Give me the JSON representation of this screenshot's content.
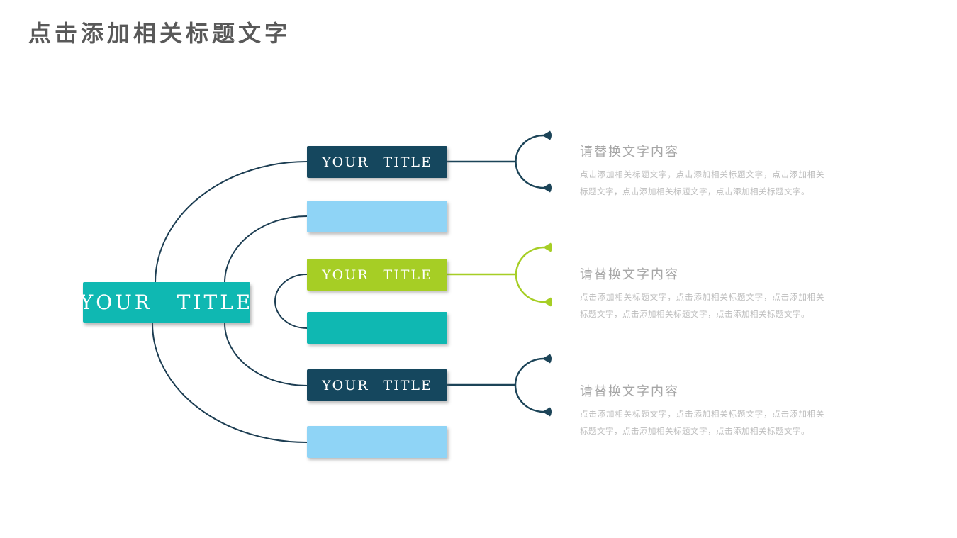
{
  "slide": {
    "title": "点击添加相关标题文字"
  },
  "colors": {
    "navy": "#15475e",
    "teal": "#0fb8b2",
    "light_blue": "#8fd4f6",
    "green": "#a6ce25",
    "wire_navy": "#1c3d52",
    "title_text": "#595959",
    "heading_gray": "#a6a6a6",
    "body_gray": "#bdbdbd"
  },
  "diagram": {
    "root": {
      "label": "YOUR TITLE",
      "color": "#0fb8b2"
    },
    "nodes": [
      {
        "label": "YOUR TITLE",
        "color": "#15475e"
      },
      {
        "label": "",
        "color": "#8fd4f6"
      },
      {
        "label": "YOUR TITLE",
        "color": "#a6ce25"
      },
      {
        "label": "",
        "color": "#0fb8b2"
      },
      {
        "label": "YOUR TITLE",
        "color": "#15475e"
      },
      {
        "label": "",
        "color": "#8fd4f6"
      }
    ],
    "annotations": [
      {
        "heading": "请替换文字内容",
        "body": "点击添加相关标题文字，点击添加相关标题文字，点击添加相关标题文字，点击添加相关标题文字，点击添加相关标题文字。",
        "accent": "#15475e"
      },
      {
        "heading": "请替换文字内容",
        "body": "点击添加相关标题文字，点击添加相关标题文字，点击添加相关标题文字，点击添加相关标题文字，点击添加相关标题文字。",
        "accent": "#a6ce25"
      },
      {
        "heading": "请替换文字内容",
        "body": "点击添加相关标题文字，点击添加相关标题文字，点击添加相关标题文字，点击添加相关标题文字，点击添加相关标题文字。",
        "accent": "#15475e"
      }
    ]
  }
}
